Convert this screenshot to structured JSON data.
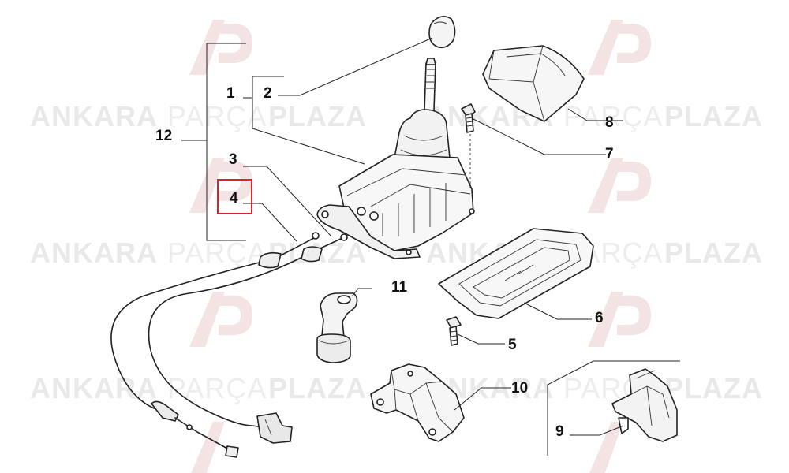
{
  "watermark": {
    "bold_word_left": "ANKARA",
    "light_word": "PARÇA",
    "bold_word_right": "PLAZA",
    "logo_letters": "AP"
  },
  "callouts": {
    "c1": "1",
    "c2": "2",
    "c3": "3",
    "c4": "4",
    "c5": "5",
    "c6": "6",
    "c7": "7",
    "c8": "8",
    "c9": "9",
    "c10": "10",
    "c11": "11",
    "c12": "12"
  },
  "colors": {
    "highlight_box": "#d9252a",
    "watermark_logo": "#f1dede",
    "line_art": "#222222"
  },
  "highlighted_part": "4"
}
